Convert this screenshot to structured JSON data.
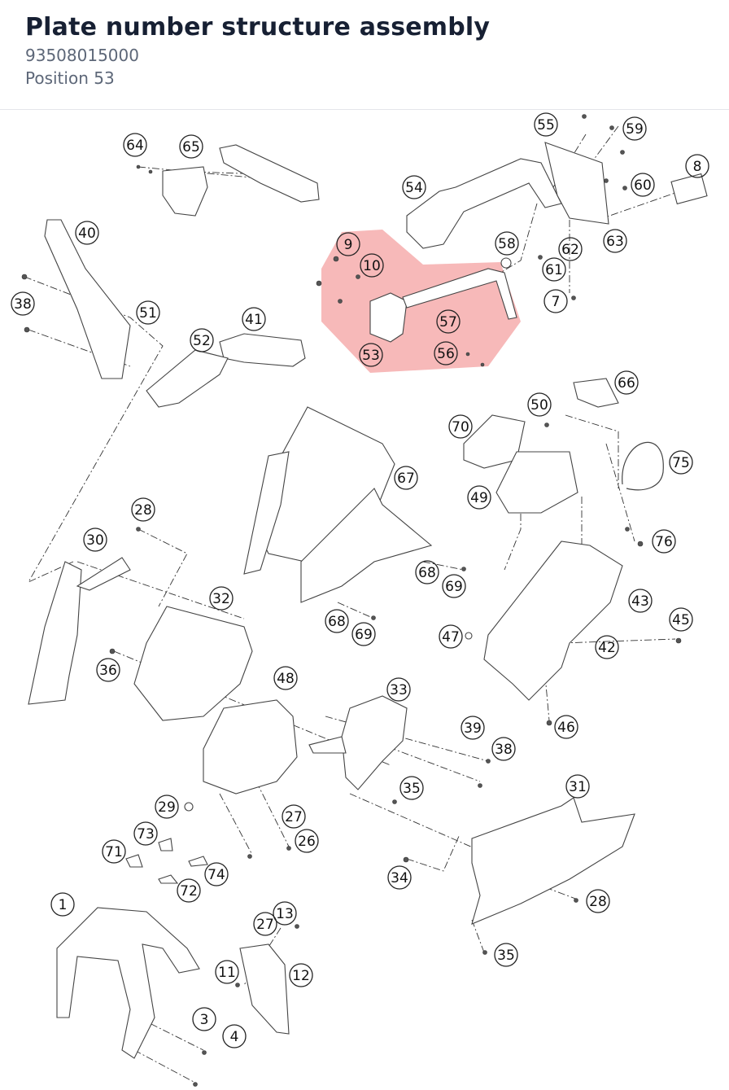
{
  "header": {
    "title": "Plate number structure assembly",
    "part_number": "93508015000",
    "position": "Position 53"
  },
  "diagram": {
    "highlight_color": "#f08080",
    "highlighted_group": [
      "9",
      "10",
      "53",
      "56",
      "57",
      "58"
    ],
    "callouts": [
      "1",
      "3",
      "4",
      "7",
      "8",
      "9",
      "10",
      "11",
      "12",
      "13",
      "26",
      "27",
      "27",
      "28",
      "28",
      "29",
      "30",
      "31",
      "32",
      "33",
      "34",
      "35",
      "35",
      "36",
      "38",
      "38",
      "39",
      "40",
      "41",
      "42",
      "43",
      "45",
      "46",
      "47",
      "48",
      "49",
      "50",
      "51",
      "52",
      "53",
      "54",
      "55",
      "56",
      "57",
      "58",
      "59",
      "60",
      "61",
      "62",
      "63",
      "64",
      "65",
      "66",
      "67",
      "68",
      "68",
      "69",
      "69",
      "70",
      "71",
      "72",
      "73",
      "74",
      "75",
      "76"
    ]
  }
}
